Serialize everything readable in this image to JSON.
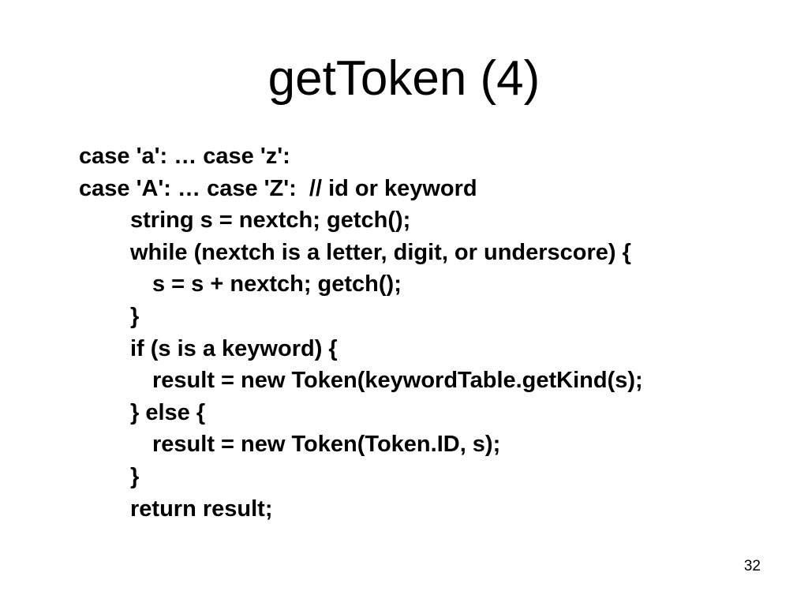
{
  "slide": {
    "title": "getToken (4)",
    "page_number": "32",
    "code_lines": [
      {
        "text": "case 'a': … case 'z':",
        "indent": 0
      },
      {
        "text": "case 'A': … case 'Z':  // id or keyword",
        "indent": 0
      },
      {
        "text": "string s = nextch; getch();",
        "indent": 1
      },
      {
        "text": "while (nextch is a letter, digit, or underscore) {",
        "indent": 1
      },
      {
        "text": "s = s + nextch; getch();",
        "indent": 2
      },
      {
        "text": "}",
        "indent": 1
      },
      {
        "text": "if (s is a keyword) {",
        "indent": 1
      },
      {
        "text": "result = new Token(keywordTable.getKind(s);",
        "indent": 2
      },
      {
        "text": "} else {",
        "indent": 1
      },
      {
        "text": "result = new Token(Token.ID, s);",
        "indent": 2
      },
      {
        "text": "}",
        "indent": 1
      },
      {
        "text": "return result;",
        "indent": 1
      }
    ]
  }
}
